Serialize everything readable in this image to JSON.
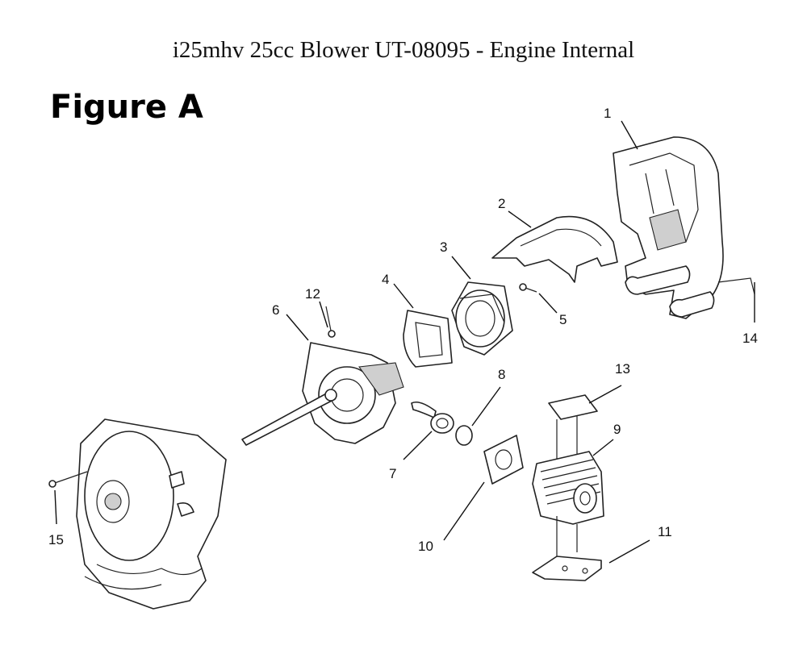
{
  "title": "i25mhv 25cc Blower UT-08095 - Engine Internal",
  "figure_label": "Figure A",
  "callouts": [
    "1",
    "2",
    "3",
    "4",
    "5",
    "6",
    "7",
    "8",
    "9",
    "10",
    "11",
    "12",
    "13",
    "14",
    "15"
  ]
}
